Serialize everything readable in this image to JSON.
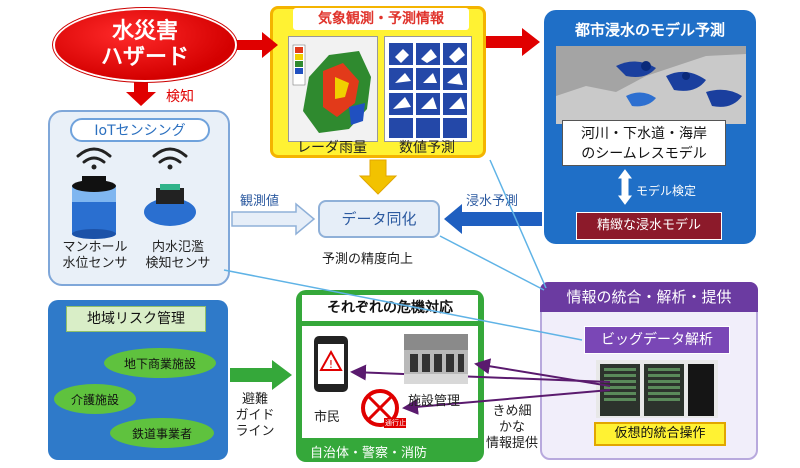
{
  "hazard": {
    "line1": "水災害",
    "line2": "ハザード",
    "detect": "検知"
  },
  "weather": {
    "title": "気象観測・予測情報",
    "radar_label": "レーダ雨量",
    "nwp_label": "数値予測"
  },
  "flood_model": {
    "title": "都市浸水のモデル予測",
    "seamless_line1": "河川・下水道・海岸",
    "seamless_line2": "のシームレスモデル",
    "validation": "モデル検定",
    "precise": "精緻な浸水モデル"
  },
  "iot": {
    "title": "IoTセンシング",
    "sensor1_line1": "マンホール",
    "sensor1_line2": "水位センサ",
    "sensor2_line1": "内水氾濫",
    "sensor2_line2": "検知センサ",
    "observed": "観測値"
  },
  "assimilation": {
    "title": "データ同化",
    "flood_forecast": "浸水予測",
    "accuracy": "予測の精度向上"
  },
  "risk": {
    "title": "地域リスク管理",
    "items": [
      "地下商業施設",
      "介護施設",
      "鉄道事業者"
    ],
    "guide_line1": "避難",
    "guide_line2": "ガイド",
    "guide_line3": "ライン"
  },
  "crisis": {
    "title": "それぞれの危機対応",
    "citizen": "市民",
    "facility": "施設管理",
    "no_entry": "通行止",
    "agencies": "自治体・警察・消防"
  },
  "integration": {
    "title": "情報の統合・解析・提供",
    "bigdata": "ビッグデータ解析",
    "virtual": "仮想的統合操作",
    "fine_line1": "きめ細",
    "fine_line2": "かな",
    "fine_line3": "情報提供"
  },
  "colors": {
    "hazard_red": "#e00000",
    "arrow_purple": "#5a1a6e",
    "arrow_blue": "#1f5fc0",
    "weather_yellow": "#fff233"
  }
}
